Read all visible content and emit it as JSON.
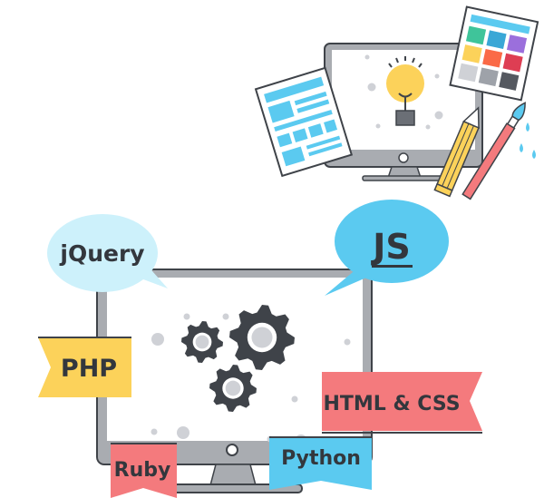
{
  "labels": {
    "jquery": "jQuery",
    "js": "JS",
    "php": "PHP",
    "html_css": "HTML & CSS",
    "ruby": "Ruby",
    "python": "Python"
  },
  "colors": {
    "dark": "#3f4349",
    "frame": "#a9acb1",
    "light_blue": "#cdf1fb",
    "blue": "#5bcaf0",
    "yellow": "#fcd25a",
    "red": "#f47a7d",
    "dot": "#cfd1d6"
  }
}
